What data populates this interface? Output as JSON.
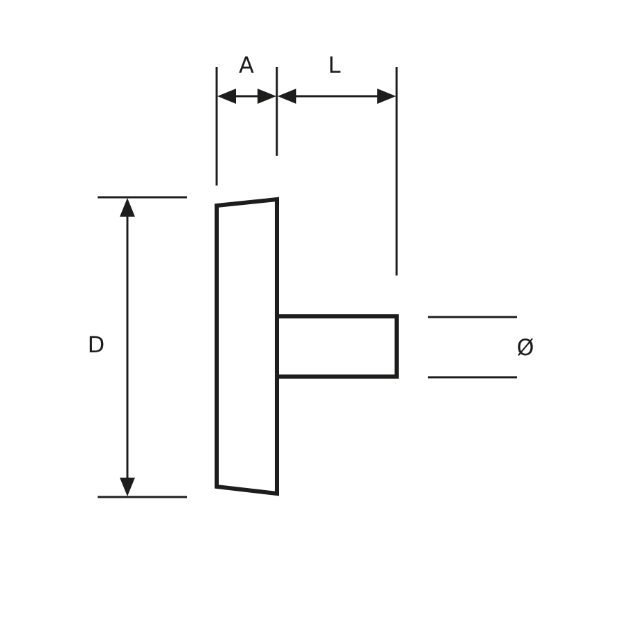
{
  "colors": {
    "background": "#ffffff",
    "ink": "#1d1d1b"
  },
  "dimensions": {
    "head_thickness": {
      "label": "A"
    },
    "shank_length": {
      "label": "L"
    },
    "head_diameter": {
      "label": "D"
    },
    "shank_diameter": {
      "label": "Ø"
    }
  }
}
